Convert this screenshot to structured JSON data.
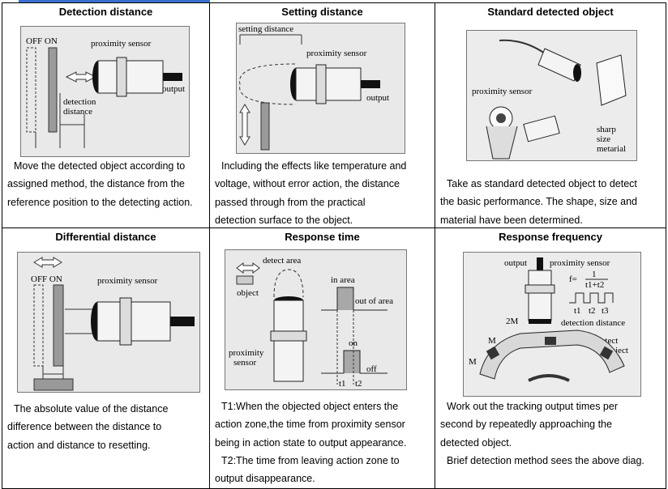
{
  "cells": [
    {
      "title": "Detection distance",
      "labels": {
        "off_on": "OFF ON",
        "sensor": "proximity sensor",
        "output": "output",
        "detection": "detection",
        "distance": "distance"
      },
      "lines": [
        "Move the detected object according to",
        "assigned method, the distance from the",
        "reference position to the detecting action."
      ]
    },
    {
      "title": "Setting distance",
      "labels": {
        "setting": "setting distance",
        "sensor": "proximity sensor",
        "output": "output"
      },
      "lines": [
        "Including the effects like temperature and",
        "voltage, without error action, the distance",
        "passed through from the practical",
        "detection surface to the object."
      ]
    },
    {
      "title": "Standard detected object",
      "labels": {
        "sensor": "proximity sensor",
        "sharp": "sharp",
        "size": "size",
        "material": "metarial"
      },
      "lines": [
        "Take as standard detected object to detect",
        "the basic performance. The shape, size and",
        "material have been determined."
      ]
    },
    {
      "title": "Differential distance",
      "labels": {
        "off_on": "OFF ON",
        "sensor": "proximity sensor"
      },
      "lines": [
        "The absolute value of the distance",
        "difference between the distance to",
        "action and distance to resetting."
      ]
    },
    {
      "title": "Response time",
      "labels": {
        "detect_area": "detect area",
        "object": "object",
        "proximity": "proximity",
        "sensor": "sensor",
        "in_area": "in area",
        "out_of_area": "out of area",
        "on": "on",
        "off": "off",
        "t1": "t1",
        "t2": "t2"
      },
      "lines": [
        "T1:When the objected object enters the",
        "action zone,the time from proximity sensor",
        "being in action state to output appearance.",
        "T2:The time from leaving action zone to",
        "output disappearance."
      ]
    },
    {
      "title": "Response frequency",
      "labels": {
        "output": "output",
        "sensor": "proximity sensor",
        "f": "f=",
        "one": "1",
        "frac_den": "t1+t2",
        "t1": "t1",
        "t2": "t2",
        "t3": "t3",
        "two_m": "2M",
        "m": "M",
        "detection_distance": "detection distance",
        "standard": "standard detect",
        "object": "object"
      },
      "lines": [
        "Work out the tracking output times per",
        "second by repeatedly approaching the",
        "detected object.",
        "Brief detection method sees the above diag."
      ]
    }
  ]
}
